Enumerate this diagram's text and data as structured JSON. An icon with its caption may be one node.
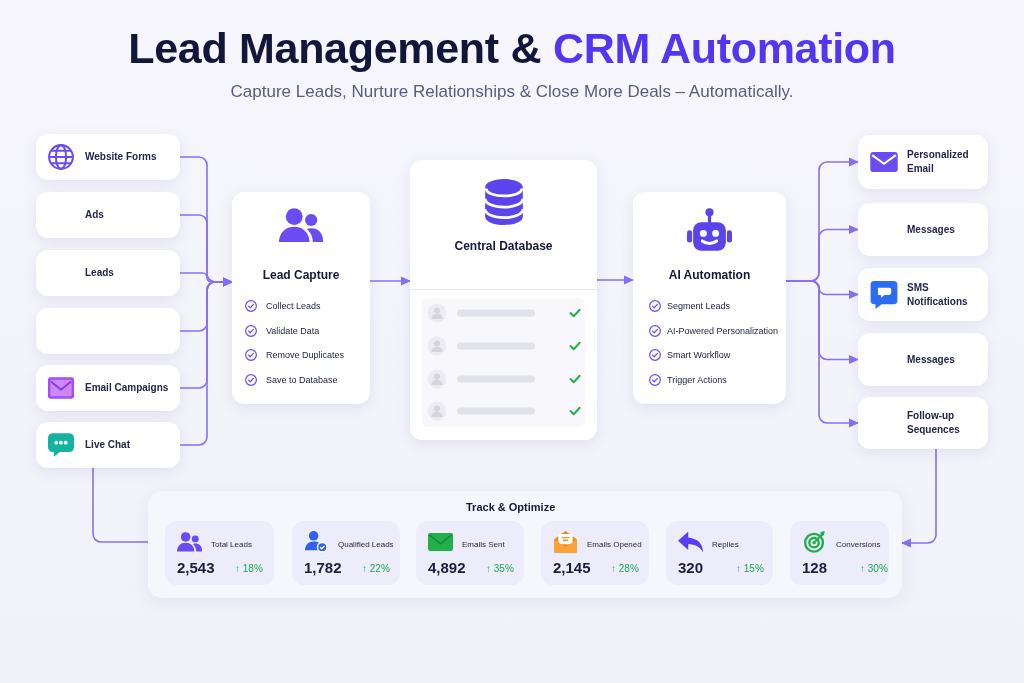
{
  "diagram": {
    "title": "Lead Management & CRM Automation",
    "nodes": [
      {
        "text": [
          "Website Forms"
        ]
      },
      {
        "text": [
          "Ads"
        ]
      },
      {
        "text": [
          "Leads"
        ]
      },
      {
        "text": [],
        "shape": "box"
      },
      {
        "text": [
          "Email Campaigns"
        ]
      },
      {
        "text": [
          "Live Chat"
        ]
      },
      {
        "text": [
          "Lead Capture",
          "Collect Leads",
          "Validate Data",
          "Remove Duplicates",
          "Save to Database"
        ]
      },
      {
        "text": [
          "Central Database"
        ]
      },
      {
        "text": [
          "AI Automation",
          "Segment Leads",
          "AI-Powered Personalization",
          "Smart Workflow",
          "Trigger Actions"
        ]
      },
      {
        "text": [
          "Personalized Email"
        ]
      },
      {
        "text": [
          "Messages"
        ]
      },
      {
        "text": [
          "SMS Notifications"
        ]
      },
      {
        "text": [
          "Messages"
        ]
      },
      {
        "text": [
          "Follow-up Sequences"
        ]
      },
      {
        "text": [
          "Track & Optimize"
        ]
      },
      {
        "text": [
          "Total Leads",
          "2,543",
          "↑ 18%"
        ],
        "in": 14
      },
      {
        "text": [
          "Qualified Leads",
          "1,782",
          "↑ 22%"
        ],
        "in": 14
      },
      {
        "text": [
          "Emails Sent",
          "4,892",
          "↑ 35%"
        ],
        "in": 14
      },
      {
        "text": [
          "Emails Opened",
          "2,145",
          "↑ 28%"
        ],
        "in": 14
      },
      {
        "text": [
          "Replies",
          "320",
          "↑ 15%"
        ],
        "in": 14
      },
      {
        "text": [
          "Conversions",
          "128",
          "↑ 30%"
        ],
        "in": 14
      }
    ],
    "edges": [
      {
        "from": 0,
        "to": 6,
        "arrow": "to"
      },
      {
        "from": 1,
        "to": 6,
        "arrow": "to"
      },
      {
        "from": 2,
        "to": 6,
        "arrow": "to"
      },
      {
        "from": 3,
        "to": 6,
        "arrow": "to"
      },
      {
        "from": 4,
        "to": 6,
        "arrow": "to"
      },
      {
        "from": 5,
        "to": 6,
        "arrow": "to"
      },
      {
        "from": 6,
        "to": 7,
        "arrow": "to"
      },
      {
        "from": 7,
        "to": 8,
        "arrow": "to"
      },
      {
        "from": 8,
        "to": 9,
        "arrow": "to"
      },
      {
        "from": 8,
        "to": 10,
        "arrow": "to"
      },
      {
        "from": 8,
        "to": 11,
        "arrow": "to"
      },
      {
        "from": 8,
        "to": 12,
        "arrow": "to"
      },
      {
        "from": 8,
        "to": 13,
        "arrow": "to"
      },
      {
        "from": 5,
        "to": 14,
        "arrow": "none"
      },
      {
        "from": 13,
        "to": 14,
        "arrow": "to"
      }
    ],
    "labels": [
      "Capture Leads, Nurture Relationships & Close More Deals – Automatically."
    ]
  }
}
